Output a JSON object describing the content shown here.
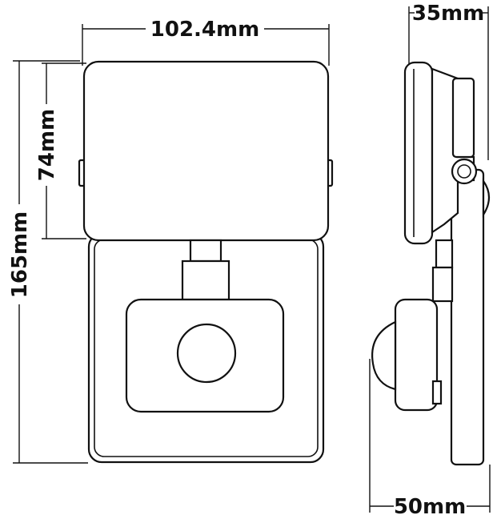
{
  "dimensions": {
    "width_top": "102.4mm",
    "depth_top": "35mm",
    "head_height": "74mm",
    "total_height": "165mm",
    "depth_bottom": "50mm"
  }
}
